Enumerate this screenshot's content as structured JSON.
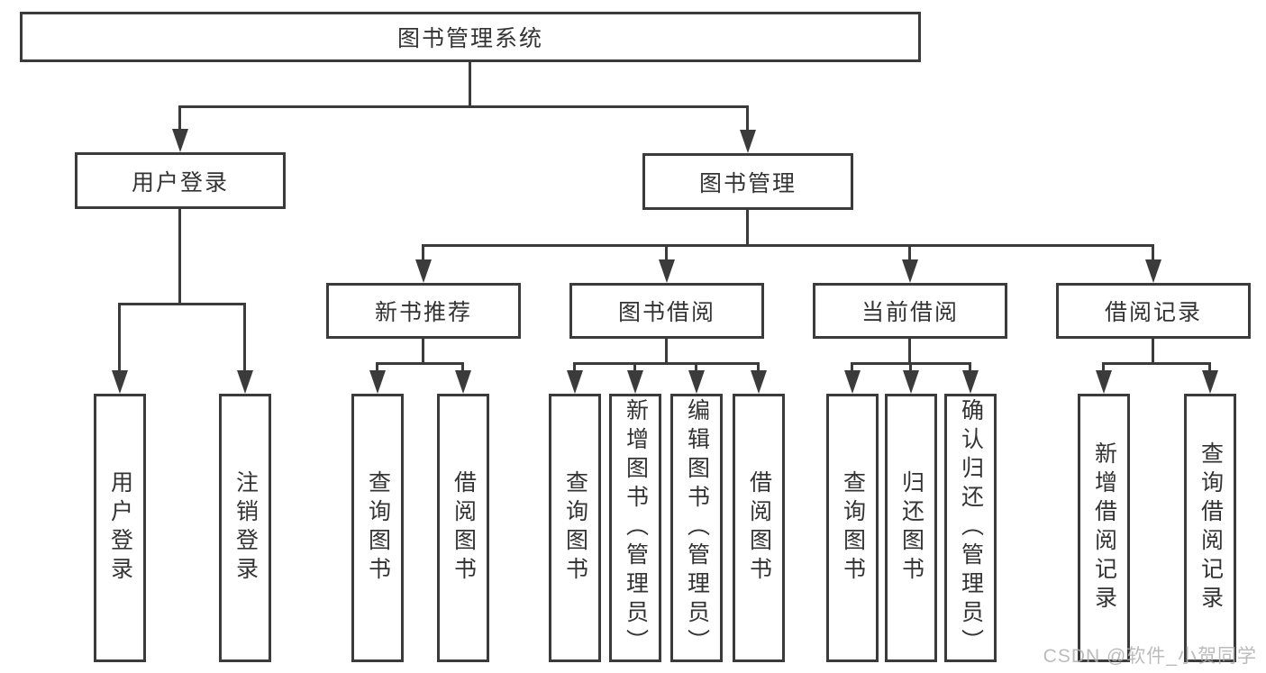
{
  "diagram_title": "图书管理系统",
  "tree": {
    "label": "图书管理系统",
    "children": [
      {
        "label": "用户登录",
        "children": [
          {
            "label": "用户登录"
          },
          {
            "label": "注销登录"
          }
        ]
      },
      {
        "label": "图书管理",
        "children": [
          {
            "label": "新书推荐",
            "children": [
              {
                "label": "查询图书"
              },
              {
                "label": "借阅图书"
              }
            ]
          },
          {
            "label": "图书借阅",
            "children": [
              {
                "label": "查询图书"
              },
              {
                "label": "新增图书（管理员）"
              },
              {
                "label": "编辑图书（管理员）"
              },
              {
                "label": "借阅图书"
              }
            ]
          },
          {
            "label": "当前借阅",
            "children": [
              {
                "label": "查询图书"
              },
              {
                "label": "归还图书"
              },
              {
                "label": "确认归还（管理员）"
              }
            ]
          },
          {
            "label": "借阅记录",
            "children": [
              {
                "label": "新增借阅记录"
              },
              {
                "label": "查询借阅记录"
              }
            ]
          }
        ]
      }
    ]
  },
  "watermark": "CSDN @软件_小贺同学",
  "colors": {
    "line": "#3b3b3b",
    "text": "#333333",
    "background": "#ffffff",
    "watermark": "#b0b0b0"
  }
}
